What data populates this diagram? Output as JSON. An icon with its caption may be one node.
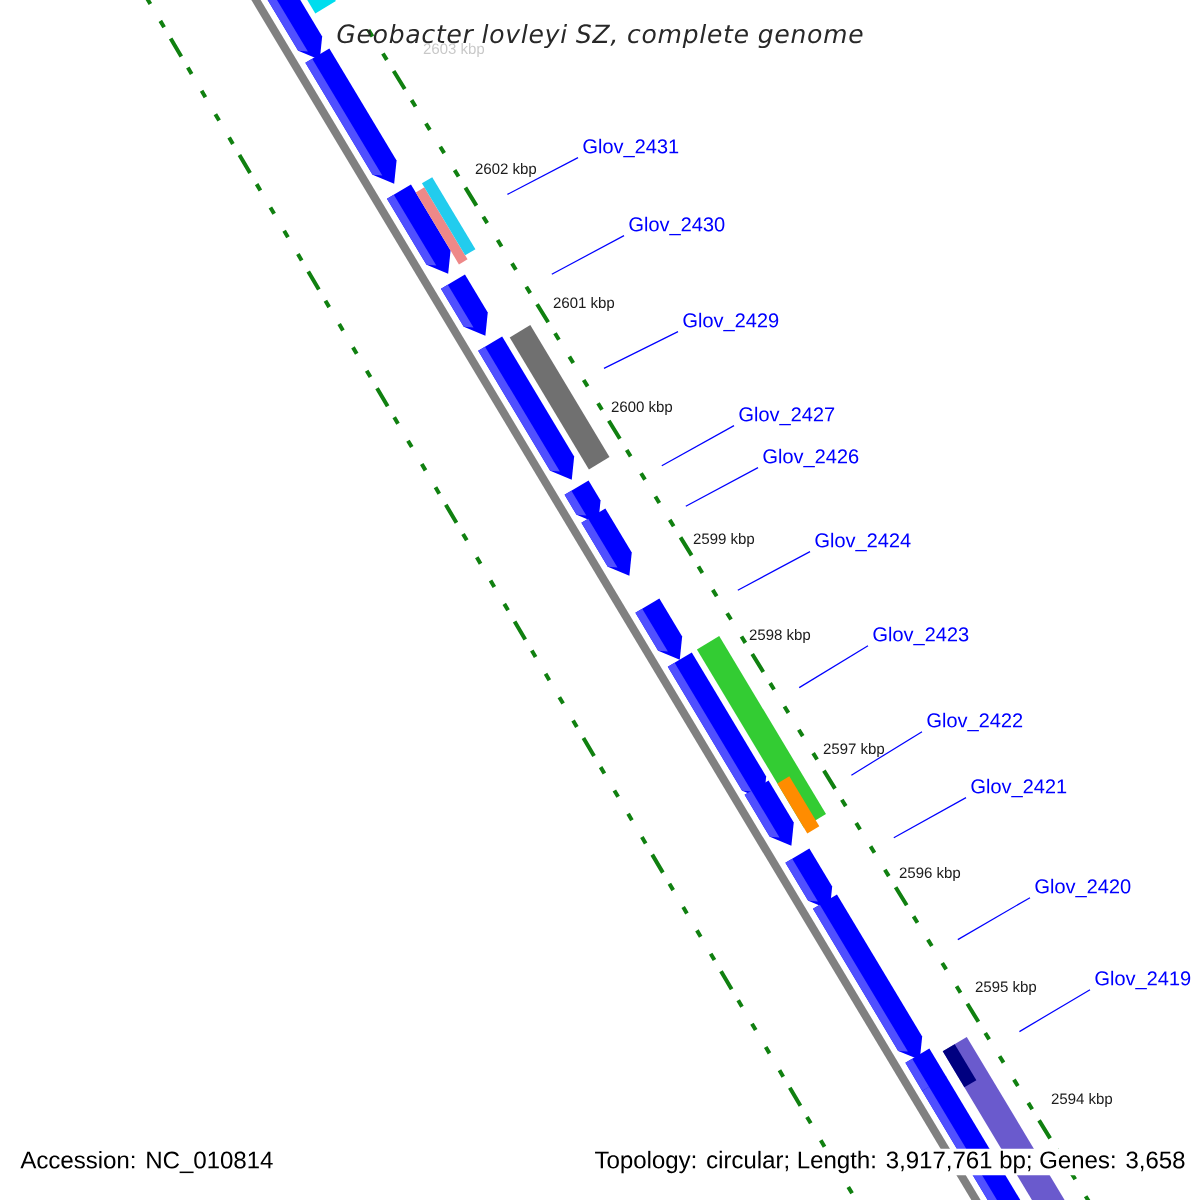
{
  "diagram": {
    "title": "Geobacter lovleyi SZ, complete genome",
    "nodes": [
      {
        "text": [
          "Glov_2431"
        ]
      },
      {
        "text": [
          "Glov_2430"
        ]
      },
      {
        "text": [
          "Glov_2429"
        ]
      },
      {
        "text": [
          "Glov_2427"
        ]
      },
      {
        "text": [
          "Glov_2426"
        ]
      },
      {
        "text": [
          "Glov_2424"
        ]
      },
      {
        "text": [
          "Glov_2423"
        ]
      },
      {
        "text": [
          "Glov_2422"
        ]
      },
      {
        "text": [
          "Glov_2421"
        ]
      },
      {
        "text": [
          "Glov_2420"
        ]
      },
      {
        "text": [
          "Glov_2419"
        ]
      }
    ],
    "edges": [
      {
        "from": 0,
        "to": null,
        "arrow": "none"
      },
      {
        "from": 1,
        "to": null,
        "arrow": "none"
      },
      {
        "from": 2,
        "to": null,
        "arrow": "none"
      },
      {
        "from": 3,
        "to": null,
        "arrow": "none"
      },
      {
        "from": 4,
        "to": null,
        "arrow": "none"
      },
      {
        "from": 5,
        "to": null,
        "arrow": "none"
      },
      {
        "from": 6,
        "to": null,
        "arrow": "none"
      },
      {
        "from": 7,
        "to": null,
        "arrow": "none"
      },
      {
        "from": 8,
        "to": null,
        "arrow": "none"
      },
      {
        "from": 9,
        "to": null,
        "arrow": "none"
      },
      {
        "from": 10,
        "to": null,
        "arrow": "none"
      }
    ],
    "labels": [
      "2603 kbp",
      "2602 kbp",
      "2601 kbp",
      "2600 kbp",
      "2599 kbp",
      "2598 kbp",
      "2597 kbp",
      "2596 kbp",
      "2595 kbp",
      "2594 kbp",
      "Accession: NC_010814",
      "Topology: circular; Length: 3,917,761 bp; Genes: 3,658"
    ]
  }
}
